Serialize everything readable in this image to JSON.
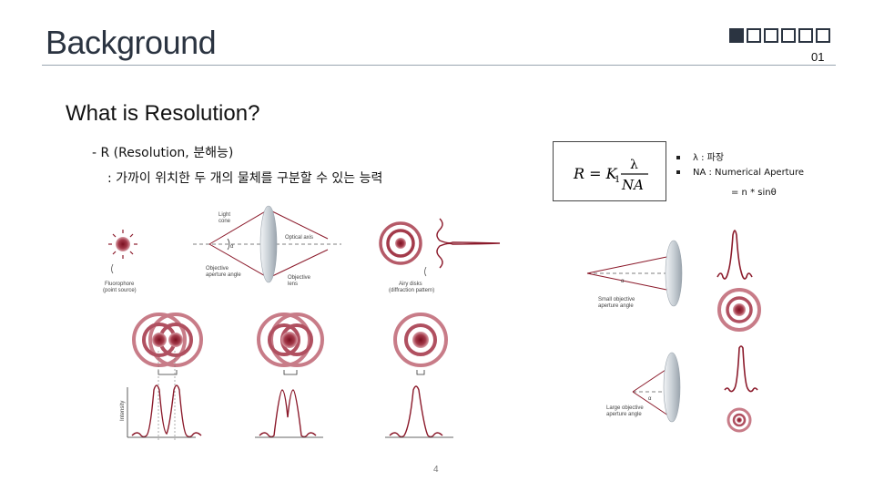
{
  "header": {
    "title": "Background",
    "section_number": "01"
  },
  "content": {
    "heading": "What is Resolution?",
    "bullet1": "- R (Resolution, 분해능)",
    "bullet2": ": 가까이 위치한 두 개의 물체를 구분할 수 있는 능력"
  },
  "formula": {
    "lhs": "R = K",
    "subscript": "1",
    "numerator": "λ",
    "denominator": "NA"
  },
  "legend": {
    "item1": "λ   : 파장",
    "item2": "NA : Numerical Aperture",
    "item2_sub": "= n * sinθ"
  },
  "figure_left": {
    "light_cone": "Light",
    "light_cone2": "cone",
    "optical_axis": "Optical axis",
    "alpha": "α",
    "objective_angle": "Objective",
    "objective_angle2": "aperture angle",
    "objective_lens": "Objective",
    "objective_lens2": "lens",
    "fluorophore": "Fluorophore",
    "fluorophore2": "(point source)",
    "airy": "Airy disks",
    "airy2": "(diffraction pattern)",
    "intensity": "Intensity"
  },
  "figure_right": {
    "small": "Small objective",
    "small2": "aperture angle",
    "large": "Large objective",
    "large2": "aperture angle",
    "alpha": "α"
  },
  "footer": {
    "page": "4"
  },
  "colors": {
    "accent": "#8b1a2b",
    "title": "#2b3441"
  }
}
